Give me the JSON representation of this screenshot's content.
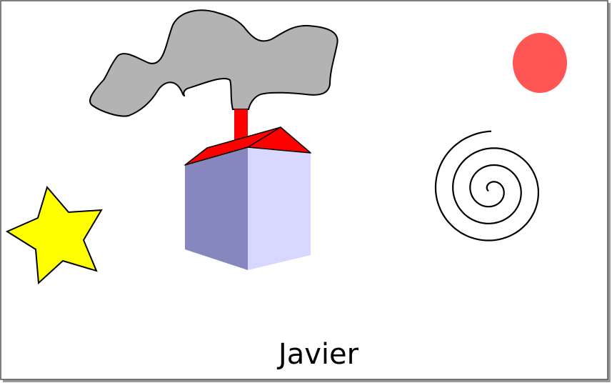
{
  "drawing": {
    "caption": "Javier",
    "colors": {
      "page_background": "#ffffff",
      "frame": "#555555",
      "frame_shadow": "#9a9a9a",
      "smoke": "#b3b3b3",
      "chimney": "#ff0000",
      "roof": "#ff0000",
      "house_left_wall": "#8787bf",
      "house_right_wall": "#d7d7ff",
      "sun": "#ff5555",
      "spiral_stroke": "#000000",
      "star": "#ffff00",
      "outline": "#000000"
    },
    "shapes": [
      "smoke-cloud",
      "chimney",
      "house",
      "sun",
      "spiral",
      "star"
    ]
  }
}
